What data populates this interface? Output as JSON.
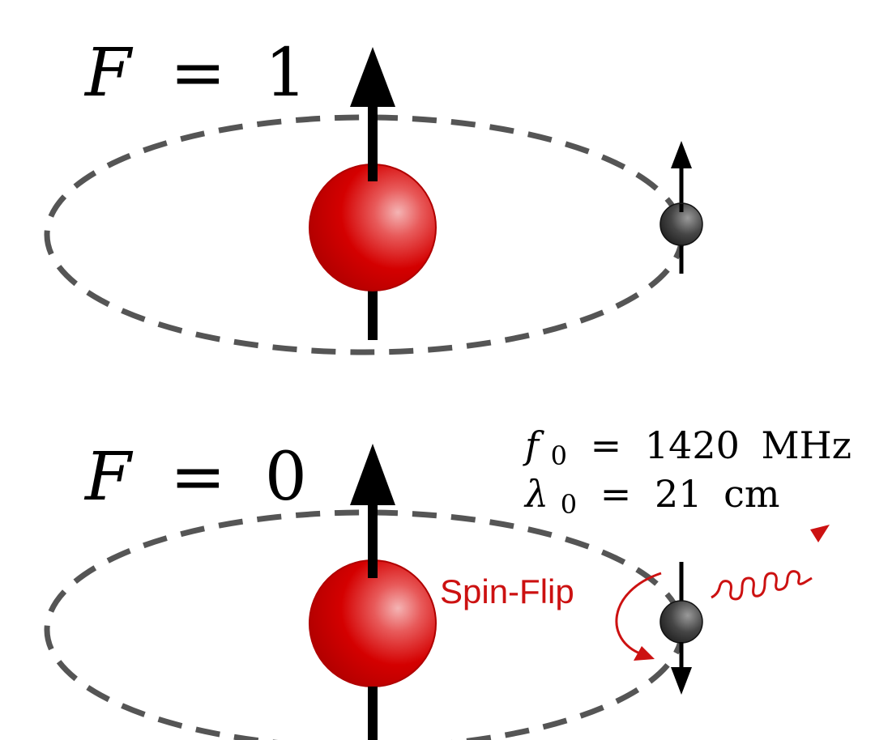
{
  "top_state": {
    "label_var": "F",
    "label_eq": "=",
    "label_val": "1"
  },
  "bottom_state": {
    "label_var": "F",
    "label_eq": "=",
    "label_val": "0",
    "frequency": {
      "symbol": "f",
      "subscript": "0",
      "eq": "=",
      "value": "1420",
      "unit": "MHz"
    },
    "wavelength": {
      "symbol": "λ",
      "subscript": "0",
      "eq": "=",
      "value": "21",
      "unit": "cm"
    },
    "transition_label": "Spin-Flip"
  },
  "colors": {
    "proton": "#d40000",
    "electron": "#3a3a3a",
    "orbit": "#555555",
    "arrow": "#000000",
    "transition": "#cc1111"
  }
}
